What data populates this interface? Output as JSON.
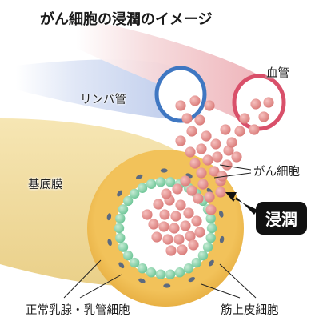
{
  "title": "がん細胞の浸潤のイメージ",
  "labels": {
    "blood_vessel": "血管",
    "lymph_vessel": "リンパ管",
    "cancer_cell": "がん細胞",
    "basement_membrane": "基底膜",
    "invasion": "浸潤",
    "mammary_cells": "正常乳腺・乳管細胞",
    "myoepithelial_cells": "筋上皮細胞"
  }
}
